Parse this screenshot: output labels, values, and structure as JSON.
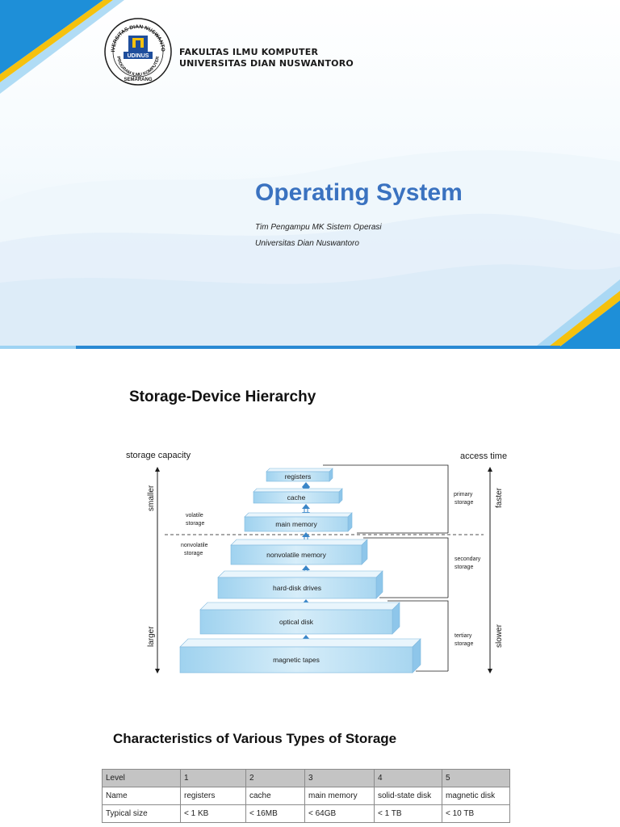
{
  "slide1": {
    "logo_text": "UDINUS",
    "logo_ring_text": "UNIVERSITAS DIAN NUSWANTORO",
    "logo_lower_text": "PROGRAM ILMU KOMPUTER",
    "logo_bottom_text": "SEMARANG",
    "faculty": "FAKULTAS ILMU KOMPUTER",
    "university": "UNIVERSITAS DIAN NUSWANTORO",
    "title": "Operating System",
    "subtitle_line1": "Tim Pengampu MK Sistem Operasi",
    "subtitle_line2": "Universitas Dian Nuswantoro",
    "colors": {
      "title": "#3a72c0",
      "accent_blue": "#1e8fd8",
      "accent_yellow": "#f5c10e"
    }
  },
  "slide2": {
    "title": "Storage-Device Hierarchy",
    "diagram": {
      "left_axis_label": "storage capacity",
      "right_axis_label": "access time",
      "left_top": "smaller",
      "left_bottom": "larger",
      "right_top": "faster",
      "right_bottom": "slower",
      "volatile": [
        "volatile",
        "storage"
      ],
      "nonvolatile": [
        "nonvolatile",
        "storage"
      ],
      "levels": [
        "registers",
        "cache",
        "main memory",
        "nonvolatile memory",
        "hard-disk drives",
        "optical disk",
        "magnetic tapes"
      ],
      "groups": {
        "primary": [
          "primary",
          "storage"
        ],
        "secondary": [
          "secondary",
          "storage"
        ],
        "tertiary": [
          "tertiary",
          "storage"
        ]
      }
    },
    "table_title": "Characteristics of Various Types of Storage",
    "table": {
      "header": [
        "Level",
        "1",
        "2",
        "3",
        "4",
        "5"
      ],
      "rows": [
        [
          "Name",
          "registers",
          "cache",
          "main memory",
          "solid-state disk",
          "magnetic disk"
        ],
        [
          "Typical size",
          "< 1 KB",
          "< 16MB",
          "< 64GB",
          "< 1 TB",
          "< 10 TB"
        ]
      ]
    }
  }
}
